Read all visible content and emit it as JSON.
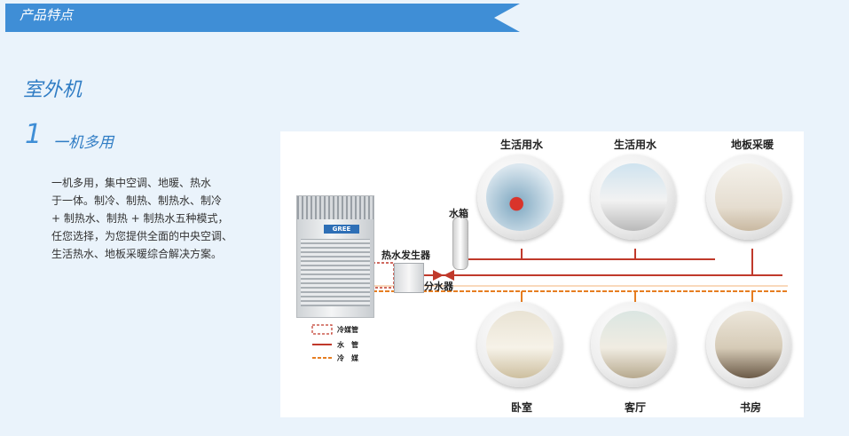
{
  "header": {
    "title": "产品特点"
  },
  "section": {
    "title": "室外机"
  },
  "feature": {
    "number": "1",
    "title": "一机多用",
    "description_lines": [
      "一机多用，集中空调、地暖、热水",
      "于一体。制冷、制热、制热水、制冷",
      "+ 制热水、制热 + 制热水五种模式，",
      "任您选择，为您提供全面的中央空调、",
      "生活热水、地板采暖综合解决方案。"
    ]
  },
  "diagram": {
    "top_labels": [
      "生活用水",
      "生活用水",
      "地板采暖"
    ],
    "bottom_labels": [
      "卧室",
      "客厅",
      "书房"
    ],
    "water_tank": "水箱",
    "hot_water_generator": "热水发生器",
    "water_distributor": "分水器",
    "unit_logo": "GREE",
    "legend": [
      "冷媒管",
      "水　管",
      "冷　媒"
    ],
    "colors": {
      "water_pipe": "#c0392b",
      "refrigerant": "#e67e22",
      "refrigerant_pipe": "#c0392b"
    }
  }
}
